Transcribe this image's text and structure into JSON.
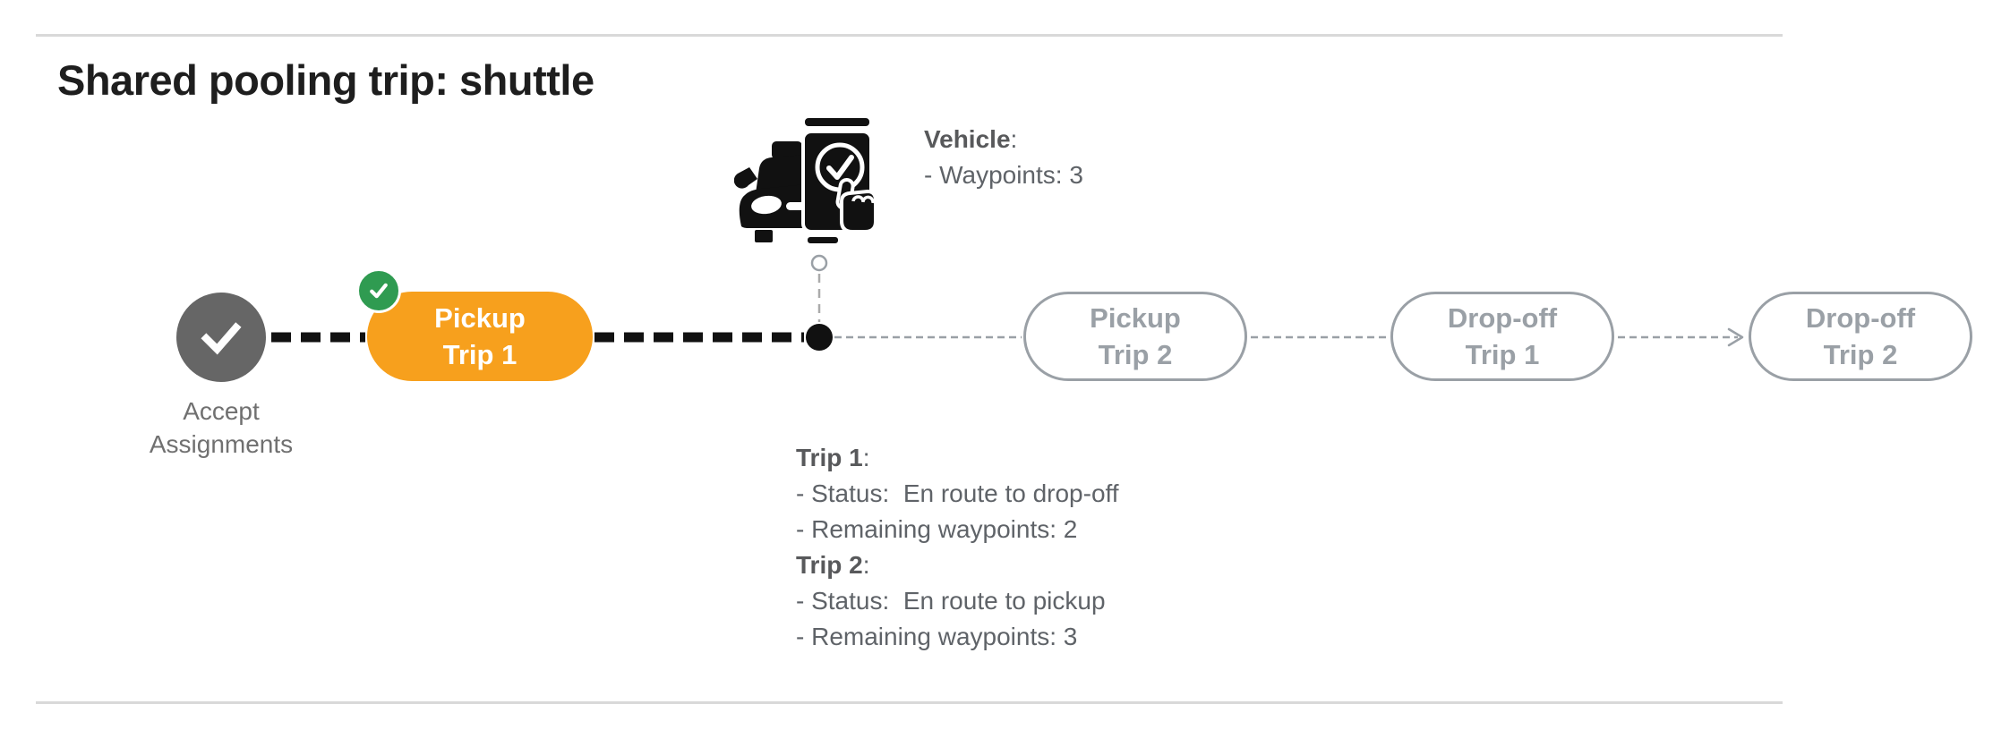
{
  "title": "Shared pooling trip: shuttle",
  "colors": {
    "orange": "#F7A01D",
    "green": "#2F9B51",
    "gray_done": "#666666",
    "gray_pending": "#9AA0A6",
    "text_dark": "#5F6368",
    "label_gray": "#707070",
    "black": "#111111",
    "hairline": "#D9D9D9"
  },
  "timeline": {
    "nodes": [
      {
        "id": "accept-assignments",
        "line1": "Accept",
        "line2": "Assignments",
        "state": "completed"
      },
      {
        "id": "pickup-trip-1",
        "line1": "Pickup",
        "line2": "Trip 1",
        "state": "active"
      },
      {
        "id": "pickup-trip-2",
        "line1": "Pickup",
        "line2": "Trip 2",
        "state": "pending"
      },
      {
        "id": "dropoff-trip-1",
        "line1": "Drop-off",
        "line2": "Trip 1",
        "state": "pending"
      },
      {
        "id": "dropoff-trip-2",
        "line1": "Drop-off",
        "line2": "Trip 2",
        "state": "pending"
      }
    ]
  },
  "vehicle_info": {
    "label_bold": "Vehicle",
    "label_rest": ":",
    "waypoints_line": "- Waypoints: 3"
  },
  "trip_info": {
    "trip1": {
      "label_bold": "Trip 1",
      "label_rest": ":",
      "status_line": "- Status:  En route to drop-off",
      "remaining_line": "- Remaining waypoints: 2"
    },
    "trip2": {
      "label_bold": "Trip 2",
      "label_rest": ":",
      "status_line": "- Status:  En route to pickup",
      "remaining_line": "- Remaining waypoints: 3"
    }
  },
  "icons": {
    "vehicle": "car-with-phone-check-icon",
    "completed_node": "check-icon",
    "completed_badge": "check-icon",
    "arrow": "arrow-right-icon"
  }
}
